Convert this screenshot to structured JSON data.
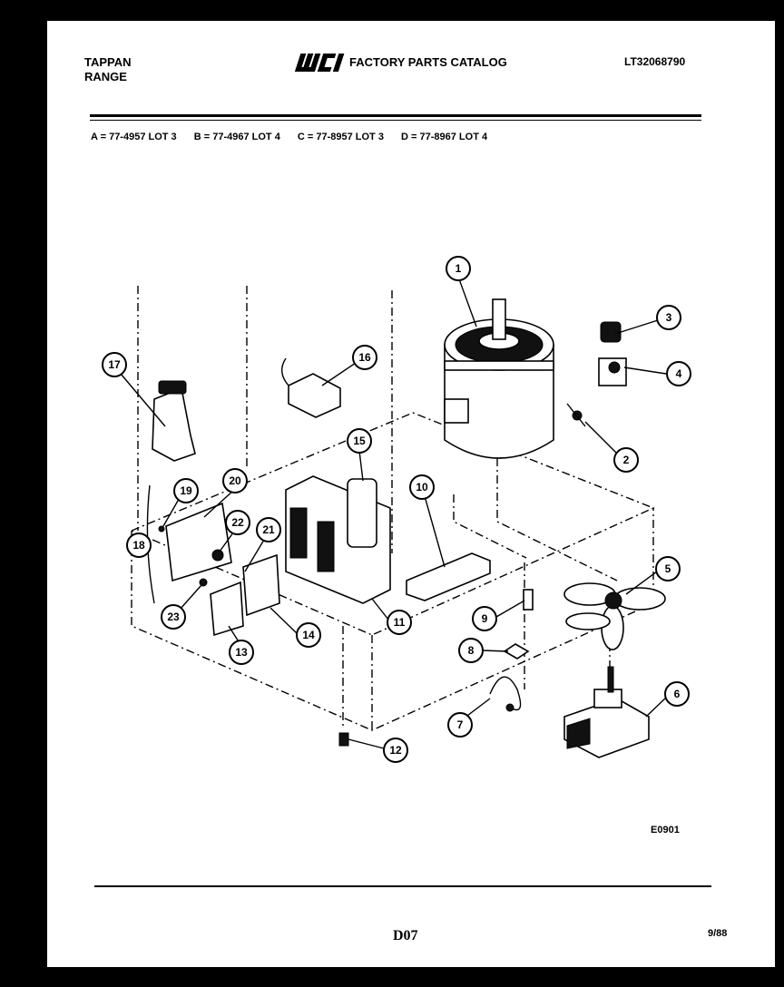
{
  "header": {
    "brand_line1": "TAPPAN",
    "brand_line2": "RANGE",
    "logo_text": "WCI",
    "catalog_title": "FACTORY PARTS CATALOG",
    "catalog_number": "LT32068790"
  },
  "models": [
    "A = 77-4957 LOT 3",
    "B = 77-4967 LOT 4",
    "C = 77-8957 LOT 3",
    "D = 77-8967 LOT 4"
  ],
  "callouts": [
    "1",
    "2",
    "3",
    "4",
    "5",
    "6",
    "7",
    "8",
    "9",
    "10",
    "11",
    "12",
    "13",
    "14",
    "15",
    "16",
    "17",
    "18",
    "19",
    "20",
    "21",
    "22",
    "23"
  ],
  "footer": {
    "drawing_code": "E0901",
    "page_code": "D07",
    "date": "9/88"
  }
}
